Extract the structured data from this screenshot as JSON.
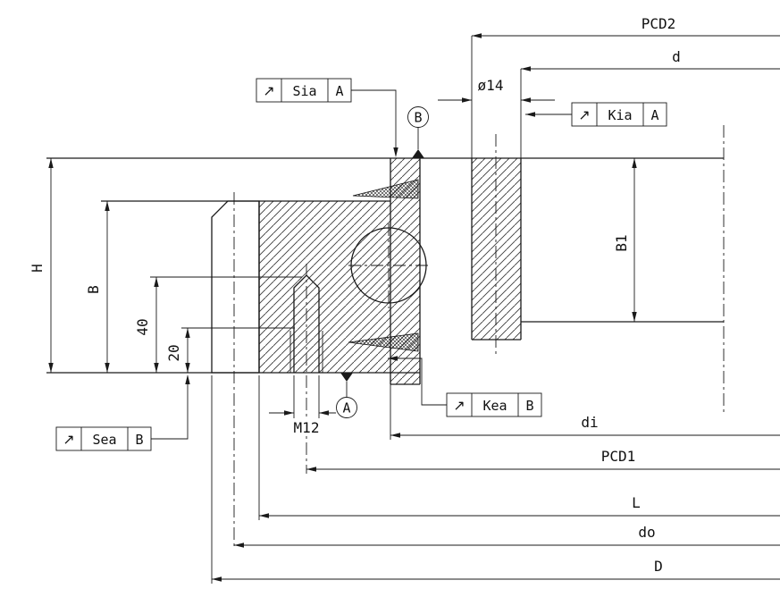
{
  "title": "slewing-bearing-cross-section-drawing",
  "dimensions": {
    "pcd2": "PCD2",
    "d": "d",
    "dia14": "ø14",
    "b1": "B1",
    "h": "H",
    "b": "B",
    "dim40": "40",
    "dim20": "20",
    "m12": "M12",
    "di": "di",
    "pcd1": "PCD1",
    "l": "L",
    "do": "do",
    "D": "D"
  },
  "datums": {
    "a": "A",
    "b": "B"
  },
  "tolerance_frames": [
    {
      "symbol": "↗",
      "label": "Sia",
      "datum": "A"
    },
    {
      "symbol": "↗",
      "label": "Kia",
      "datum": "A"
    },
    {
      "symbol": "↗",
      "label": "Kea",
      "datum": "B"
    },
    {
      "symbol": "↗",
      "label": "Sea",
      "datum": "B"
    }
  ],
  "colors": {
    "line": "#1a1a1a",
    "background": "#ffffff"
  }
}
